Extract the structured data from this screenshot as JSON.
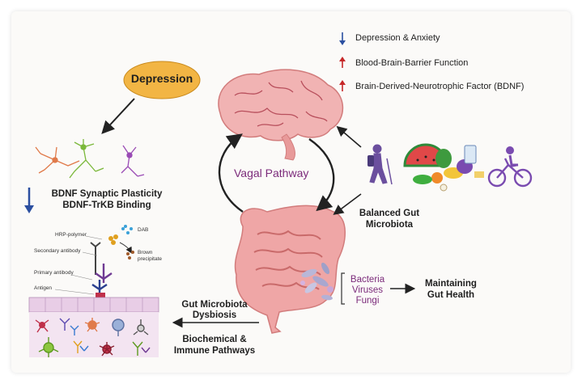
{
  "depression_bubble": "Depression",
  "legend": [
    {
      "arrow": "down",
      "text": "Depression & Anxiety",
      "color": "#2b4fa0"
    },
    {
      "arrow": "up",
      "text": "Blood-Brain-Barrier Function",
      "color": "#c62828"
    },
    {
      "arrow": "up",
      "text": "Brain-Derived-Neurotrophic Factor (BDNF)",
      "color": "#c62828"
    }
  ],
  "vagal_label": "Vagal Pathway",
  "bdnf_line1": "BDNF Synaptic Plasticity",
  "bdnf_line2": "BDNF-TrKB Binding",
  "balanced_line1": "Balanced Gut",
  "balanced_line2": "Microbiota",
  "microbes": [
    "Bacteria",
    "Viruses",
    "Fungi"
  ],
  "health_line1": "Maintaining",
  "health_line2": "Gut Health",
  "dysbiosis_line1": "Gut Microbiota",
  "dysbiosis_line2": "Dysbiosis",
  "pathways_line1": "Biochemical &",
  "pathways_line2": "Immune Pathways",
  "ihc": {
    "hrp": "HRP-polymer",
    "secondary": "Secondary antibody",
    "primary": "Primary antibody",
    "antigen": "Antigen",
    "dab": "DAB",
    "brown1": "Brown",
    "brown2": "precipitate"
  },
  "colors": {
    "accent_purple": "#7b2a7a",
    "bubble": "#f2b544",
    "brain": "#f1b3b3",
    "gut": "#efa6a6"
  }
}
